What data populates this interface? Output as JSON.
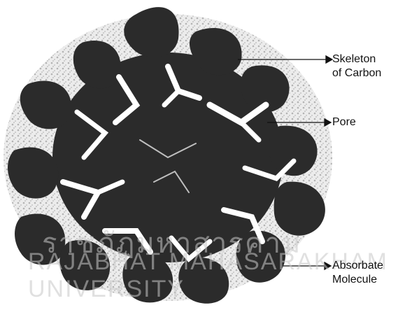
{
  "labels": {
    "skeleton": [
      "Skeleton",
      "of Carbon"
    ],
    "pore": "Pore",
    "adsorbate": [
      "Absorbate",
      "Molecule"
    ]
  },
  "watermark": {
    "line1": "ราชภัฏมหาสารคาม",
    "line2": "RAJABHAT MAHASARAKHAM UNIVERSITY"
  },
  "colors": {
    "carbon": "#2b2b2b",
    "pore": "#ffffff",
    "molecule": "#9a9a9a",
    "text": "#111111"
  }
}
